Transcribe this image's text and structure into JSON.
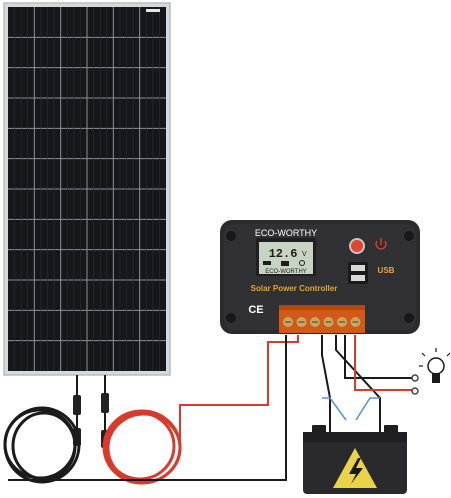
{
  "controller": {
    "brand": "ECO-WORTHY",
    "lcd_value": "12.6",
    "lcd_unit": "V",
    "lcd_brand": "ECO-WORTHY",
    "title": "Solar Power Controller",
    "usb_label": "USB",
    "ce_mark": "CE"
  },
  "colors": {
    "panel_cell": "#16181c",
    "panel_frame": "#c9cdd2",
    "controller_body": "#2b2b2d",
    "lcd": "#c9d3c2",
    "accent_orange": "#e8a33a",
    "wire_red": "#d93a2b",
    "wire_black": "#1a1a1a",
    "battery_body": "#2a2a2c",
    "battery_label": "#e9d34a"
  },
  "icons": [
    "power-icon",
    "bulb-icon",
    "lightning-icon",
    "usb-port-icon"
  ]
}
